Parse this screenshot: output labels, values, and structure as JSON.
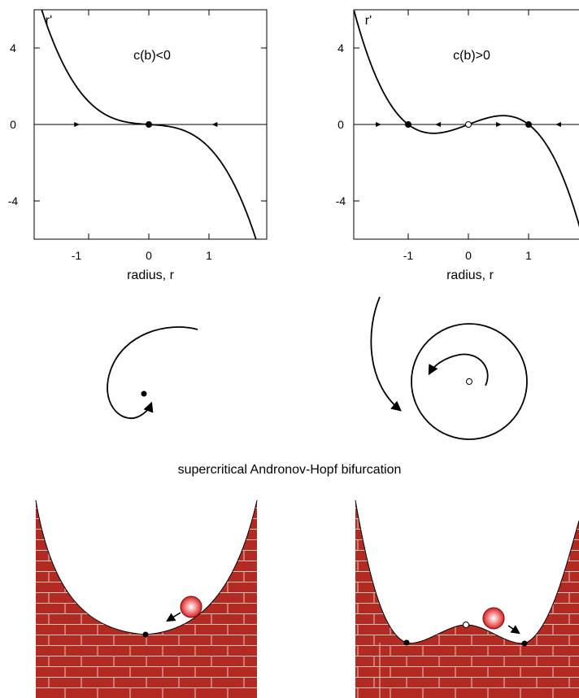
{
  "caption": "supercritical Andronov-Hopf bifurcation",
  "colors": {
    "brick": "#b22a22",
    "mortar": "#e8c8c0",
    "curve": "#000000",
    "ball": "#d81e1e"
  },
  "chart_data": [
    {
      "type": "line",
      "annotation": "c(b)<0",
      "ylabel": "r'",
      "xlabel": "radius, r",
      "x_ticks": [
        "-1",
        "0",
        "1"
      ],
      "y_ticks": [
        "4",
        "0",
        "-4"
      ],
      "xlim": [
        -1.9,
        1.9
      ],
      "ylim": [
        -6,
        6
      ],
      "grid": false,
      "curve": {
        "formula": "r' = -r^3 - 0.2 r",
        "samples": [
          [
            -1.6,
            4.42
          ],
          [
            -1.2,
            1.97
          ],
          [
            -0.8,
            0.67
          ],
          [
            -0.4,
            0.14
          ],
          [
            0,
            0
          ],
          [
            0.4,
            -0.14
          ],
          [
            0.8,
            -0.67
          ],
          [
            1.2,
            -1.97
          ],
          [
            1.6,
            -4.42
          ]
        ]
      },
      "fixed_points": [
        {
          "r": 0,
          "stable": true
        }
      ],
      "flow_arrows": [
        {
          "r": -1.2,
          "dir": "right"
        },
        {
          "r": 1.1,
          "dir": "left"
        }
      ]
    },
    {
      "type": "line",
      "annotation": "c(b)>0",
      "ylabel": "r'",
      "xlabel": "radius, r",
      "x_ticks": [
        "-1",
        "0",
        "1"
      ],
      "y_ticks": [
        "4",
        "0",
        "-4"
      ],
      "xlim": [
        -1.9,
        1.9
      ],
      "ylim": [
        -6,
        6
      ],
      "grid": false,
      "curve": {
        "formula": "r' = 1.2 (r - r^3)",
        "samples": [
          [
            -1.5,
            2.25
          ],
          [
            -1,
            0
          ],
          [
            -0.58,
            -0.46
          ],
          [
            0,
            0
          ],
          [
            0.58,
            0.46
          ],
          [
            1,
            0
          ],
          [
            1.5,
            -2.25
          ]
        ]
      },
      "fixed_points": [
        {
          "r": -1,
          "stable": true
        },
        {
          "r": 0,
          "stable": false
        },
        {
          "r": 1,
          "stable": true
        }
      ],
      "flow_arrows": [
        {
          "r": -1.5,
          "dir": "right"
        },
        {
          "r": -0.5,
          "dir": "left"
        },
        {
          "r": 0.5,
          "dir": "right"
        },
        {
          "r": 1.5,
          "dir": "left"
        }
      ]
    }
  ]
}
